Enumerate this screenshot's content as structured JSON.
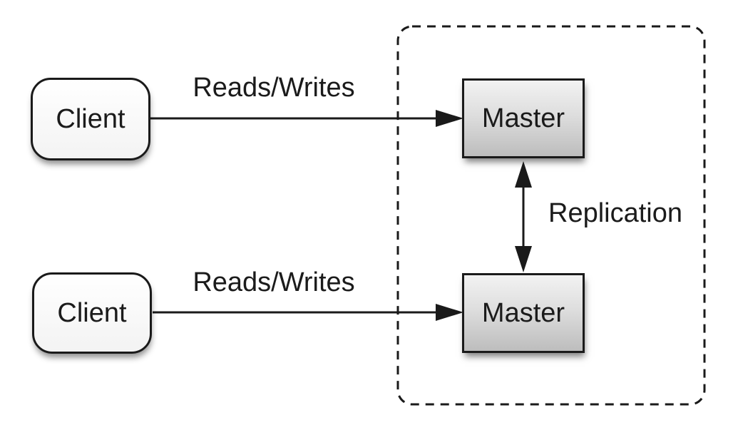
{
  "diagram": {
    "type": "architecture-diagram",
    "description": "Two clients issuing reads and writes to two replicated master nodes",
    "clients": [
      {
        "id": "client-1",
        "label": "Client"
      },
      {
        "id": "client-2",
        "label": "Client"
      }
    ],
    "masters": [
      {
        "id": "master-1",
        "label": "Master"
      },
      {
        "id": "master-2",
        "label": "Master"
      }
    ],
    "edges": [
      {
        "id": "reads-writes-top",
        "label": "Reads/Writes",
        "from": "client-1",
        "to": "master-1",
        "direction": "one-way"
      },
      {
        "id": "reads-writes-bottom",
        "label": "Reads/Writes",
        "from": "client-2",
        "to": "master-2",
        "direction": "one-way"
      },
      {
        "id": "replication",
        "label": "Replication",
        "from": "master-1",
        "to": "master-2",
        "direction": "two-way"
      }
    ],
    "cluster": {
      "style": "dashed-rounded-rectangle",
      "contains": [
        "master-1",
        "master-2"
      ]
    },
    "colors": {
      "background": "#ffffff",
      "line": "#1a1a1a",
      "text": "#1b1b1b",
      "client_fill_top": "#ffffff",
      "client_fill_bottom": "#f3f3f3",
      "master_fill_top": "#f2f2f2",
      "master_fill_bottom": "#bdbdbd"
    }
  }
}
